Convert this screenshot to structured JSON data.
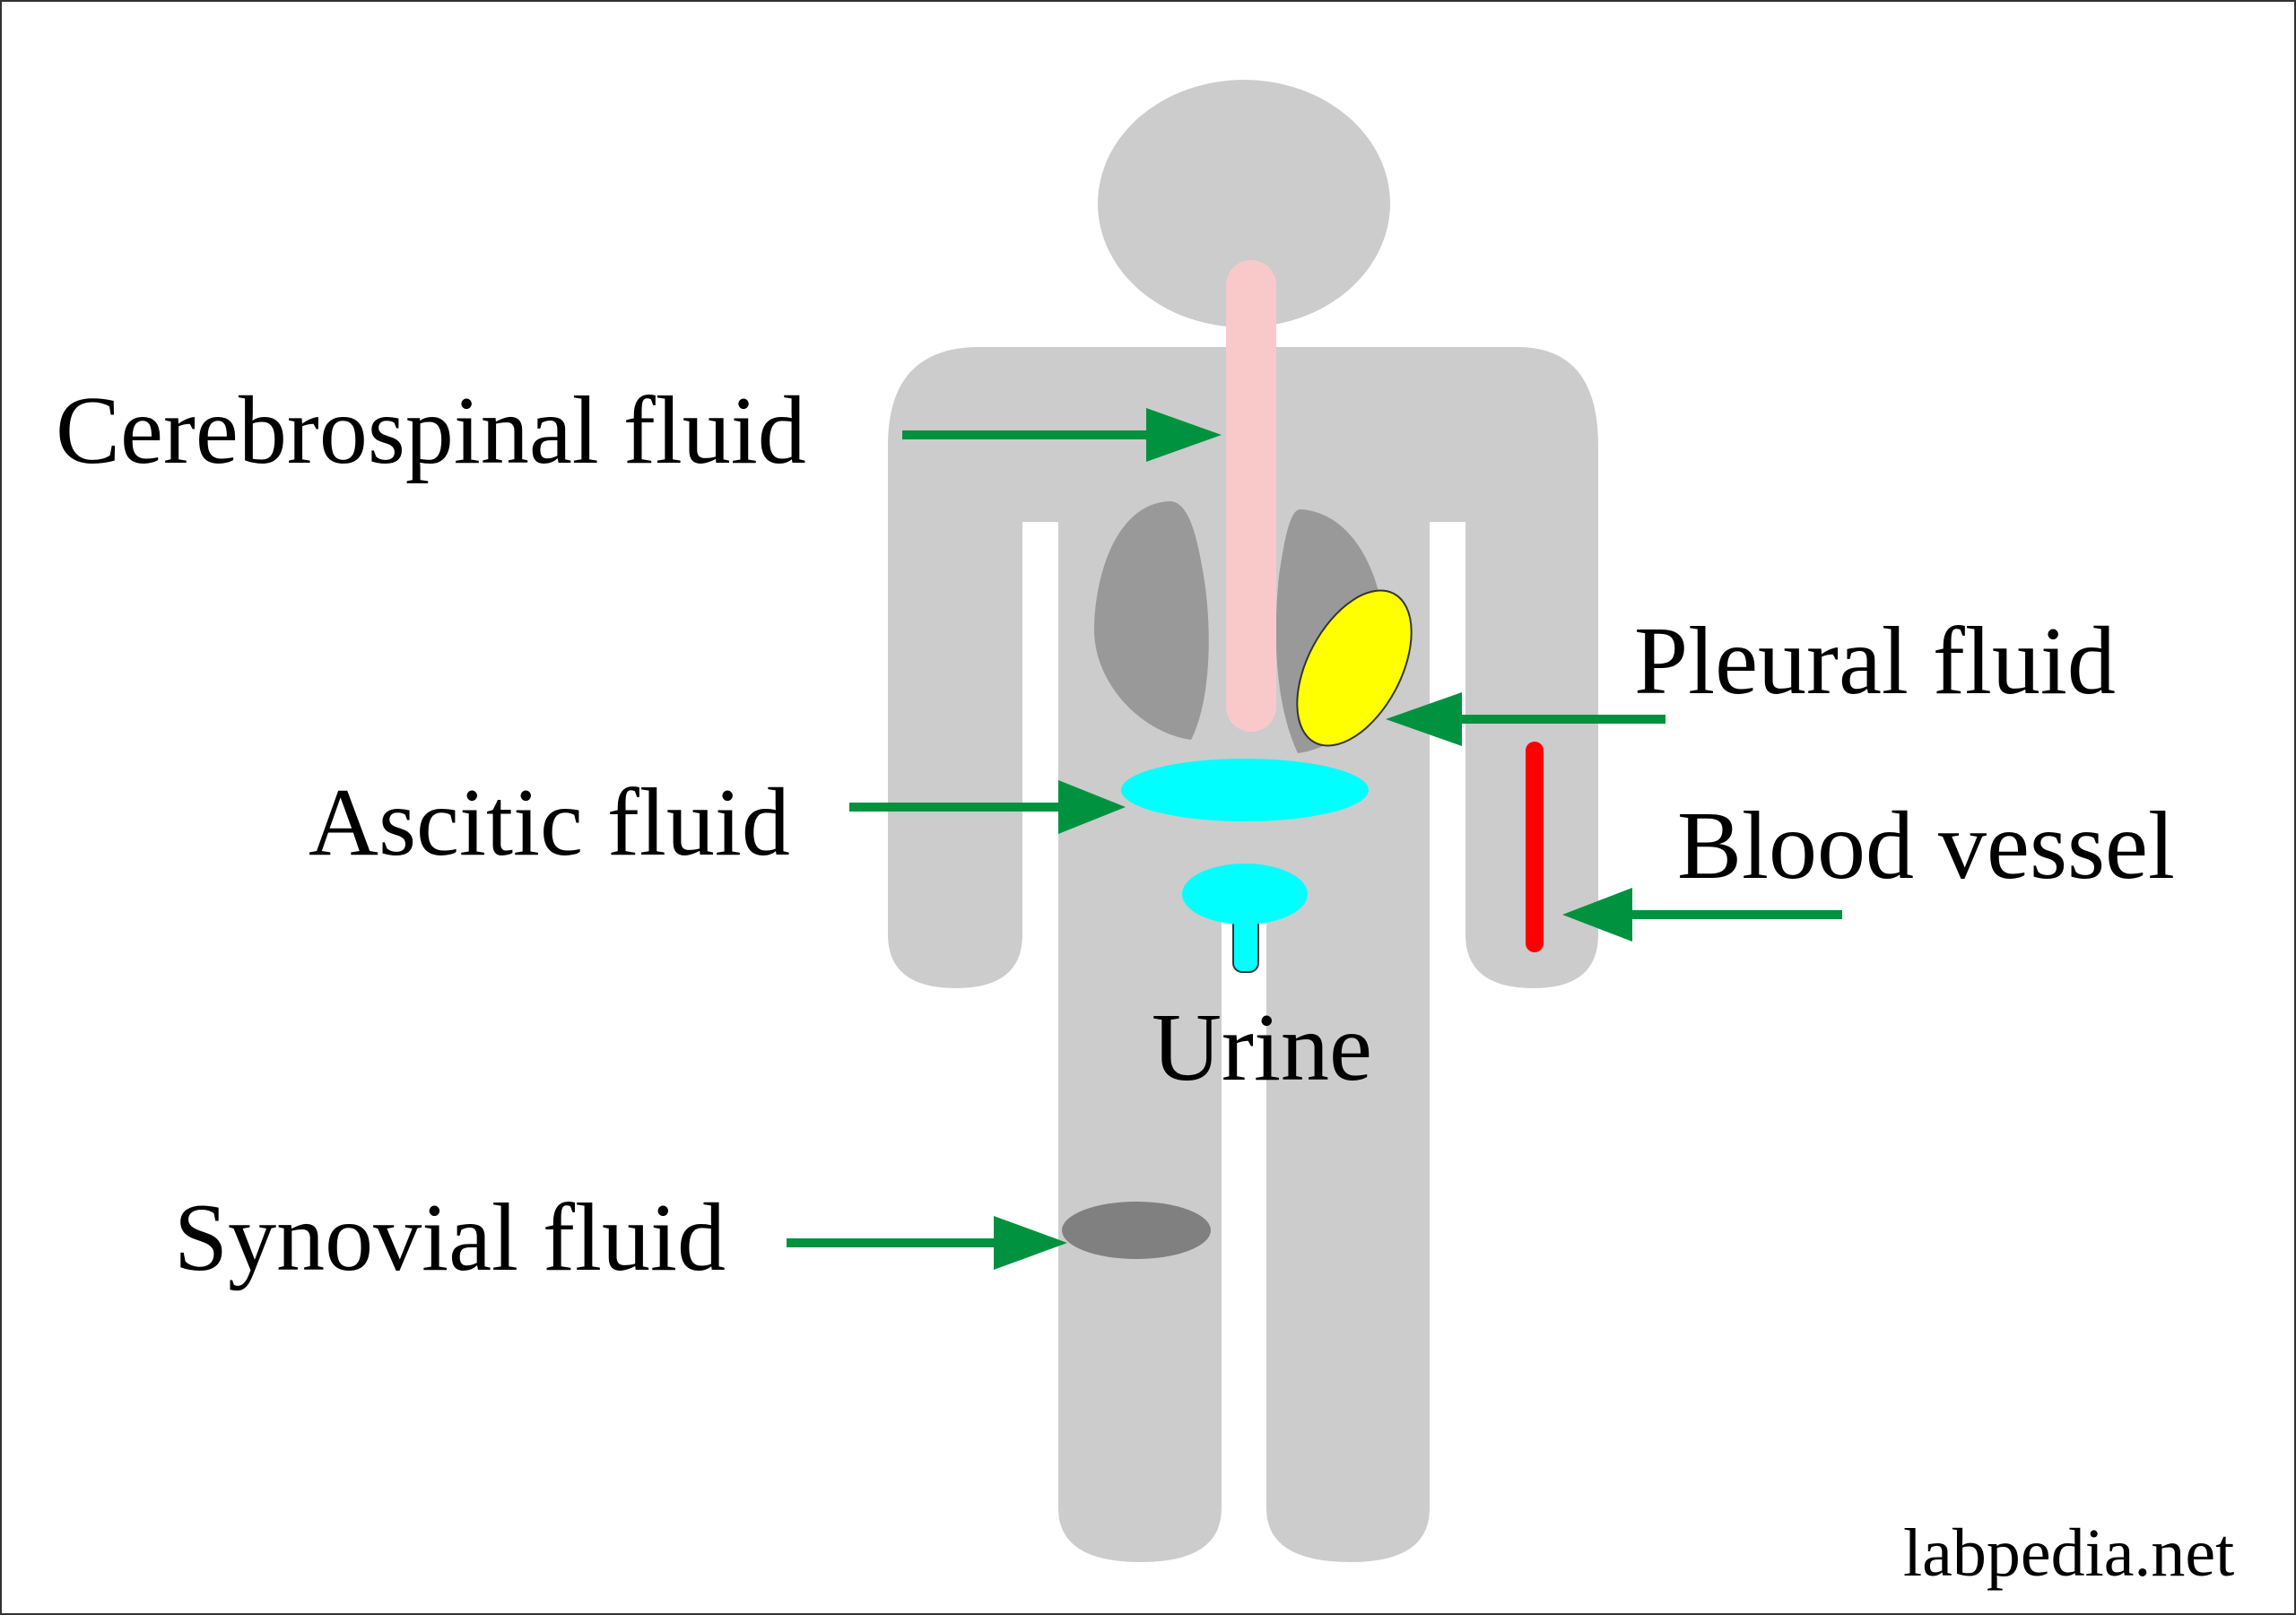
{
  "colors": {
    "body": "#cccccc",
    "lung": "#999999",
    "spine": "#f9c9c9",
    "pleural": "#ffff00",
    "fluid": "#00ffff",
    "vessel": "#ff0000",
    "knee": "#808080",
    "arrow": "#00923f"
  },
  "labels": {
    "csf": "Cerebrospinal fluid",
    "pleural": "Pleural fluid",
    "ascitic": "Ascitic fluid",
    "blood": "Blood vessel",
    "urine": "Urine",
    "synovial": "Synovial fluid"
  },
  "watermark": "labpedia.net"
}
